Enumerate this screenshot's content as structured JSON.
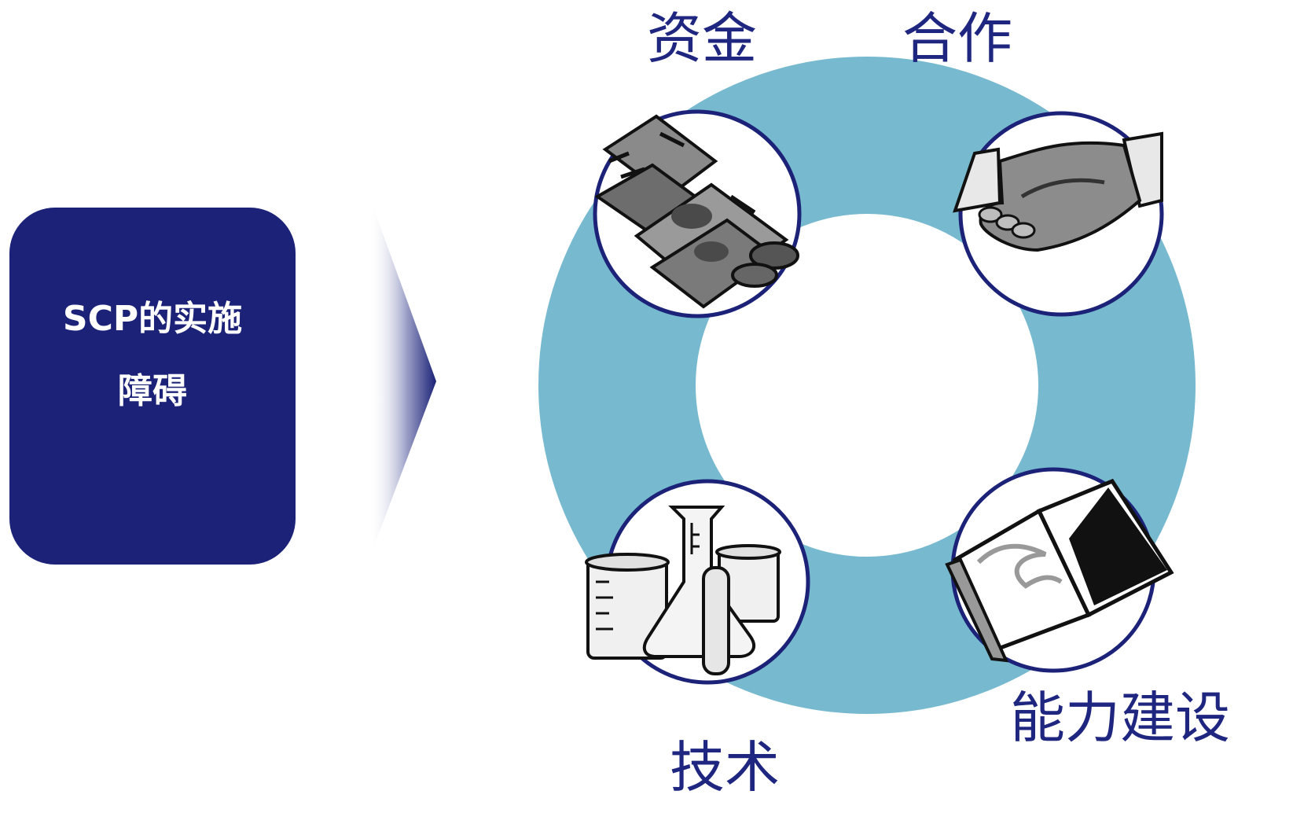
{
  "main_box": {
    "line1": "SCP的实施",
    "line2": "障碍"
  },
  "nodes": [
    {
      "id": "funding",
      "label": "资金",
      "icon": "money-icon"
    },
    {
      "id": "cooperation",
      "label": "合作",
      "icon": "handshake-icon"
    },
    {
      "id": "technology",
      "label": "技术",
      "icon": "lab-glassware-icon"
    },
    {
      "id": "capacity",
      "label": "能力建设",
      "icon": "open-book-icon"
    }
  ],
  "colors": {
    "box": "#1b2277",
    "ring": "#77b9cf",
    "label": "#1f2680",
    "outline": "#1b2277"
  }
}
